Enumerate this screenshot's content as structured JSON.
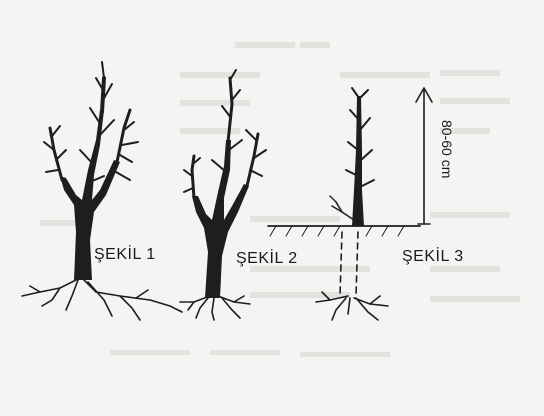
{
  "figures": [
    {
      "label": "ŞEKİL 1"
    },
    {
      "label": "ŞEKİL 2"
    },
    {
      "label": "ŞEKİL 3"
    }
  ],
  "measurement": {
    "text": "80-60 cm"
  },
  "colors": {
    "ink": "#1e1e1e",
    "paper": "#f4f4f2",
    "bleed_through": "#e2e2de"
  }
}
